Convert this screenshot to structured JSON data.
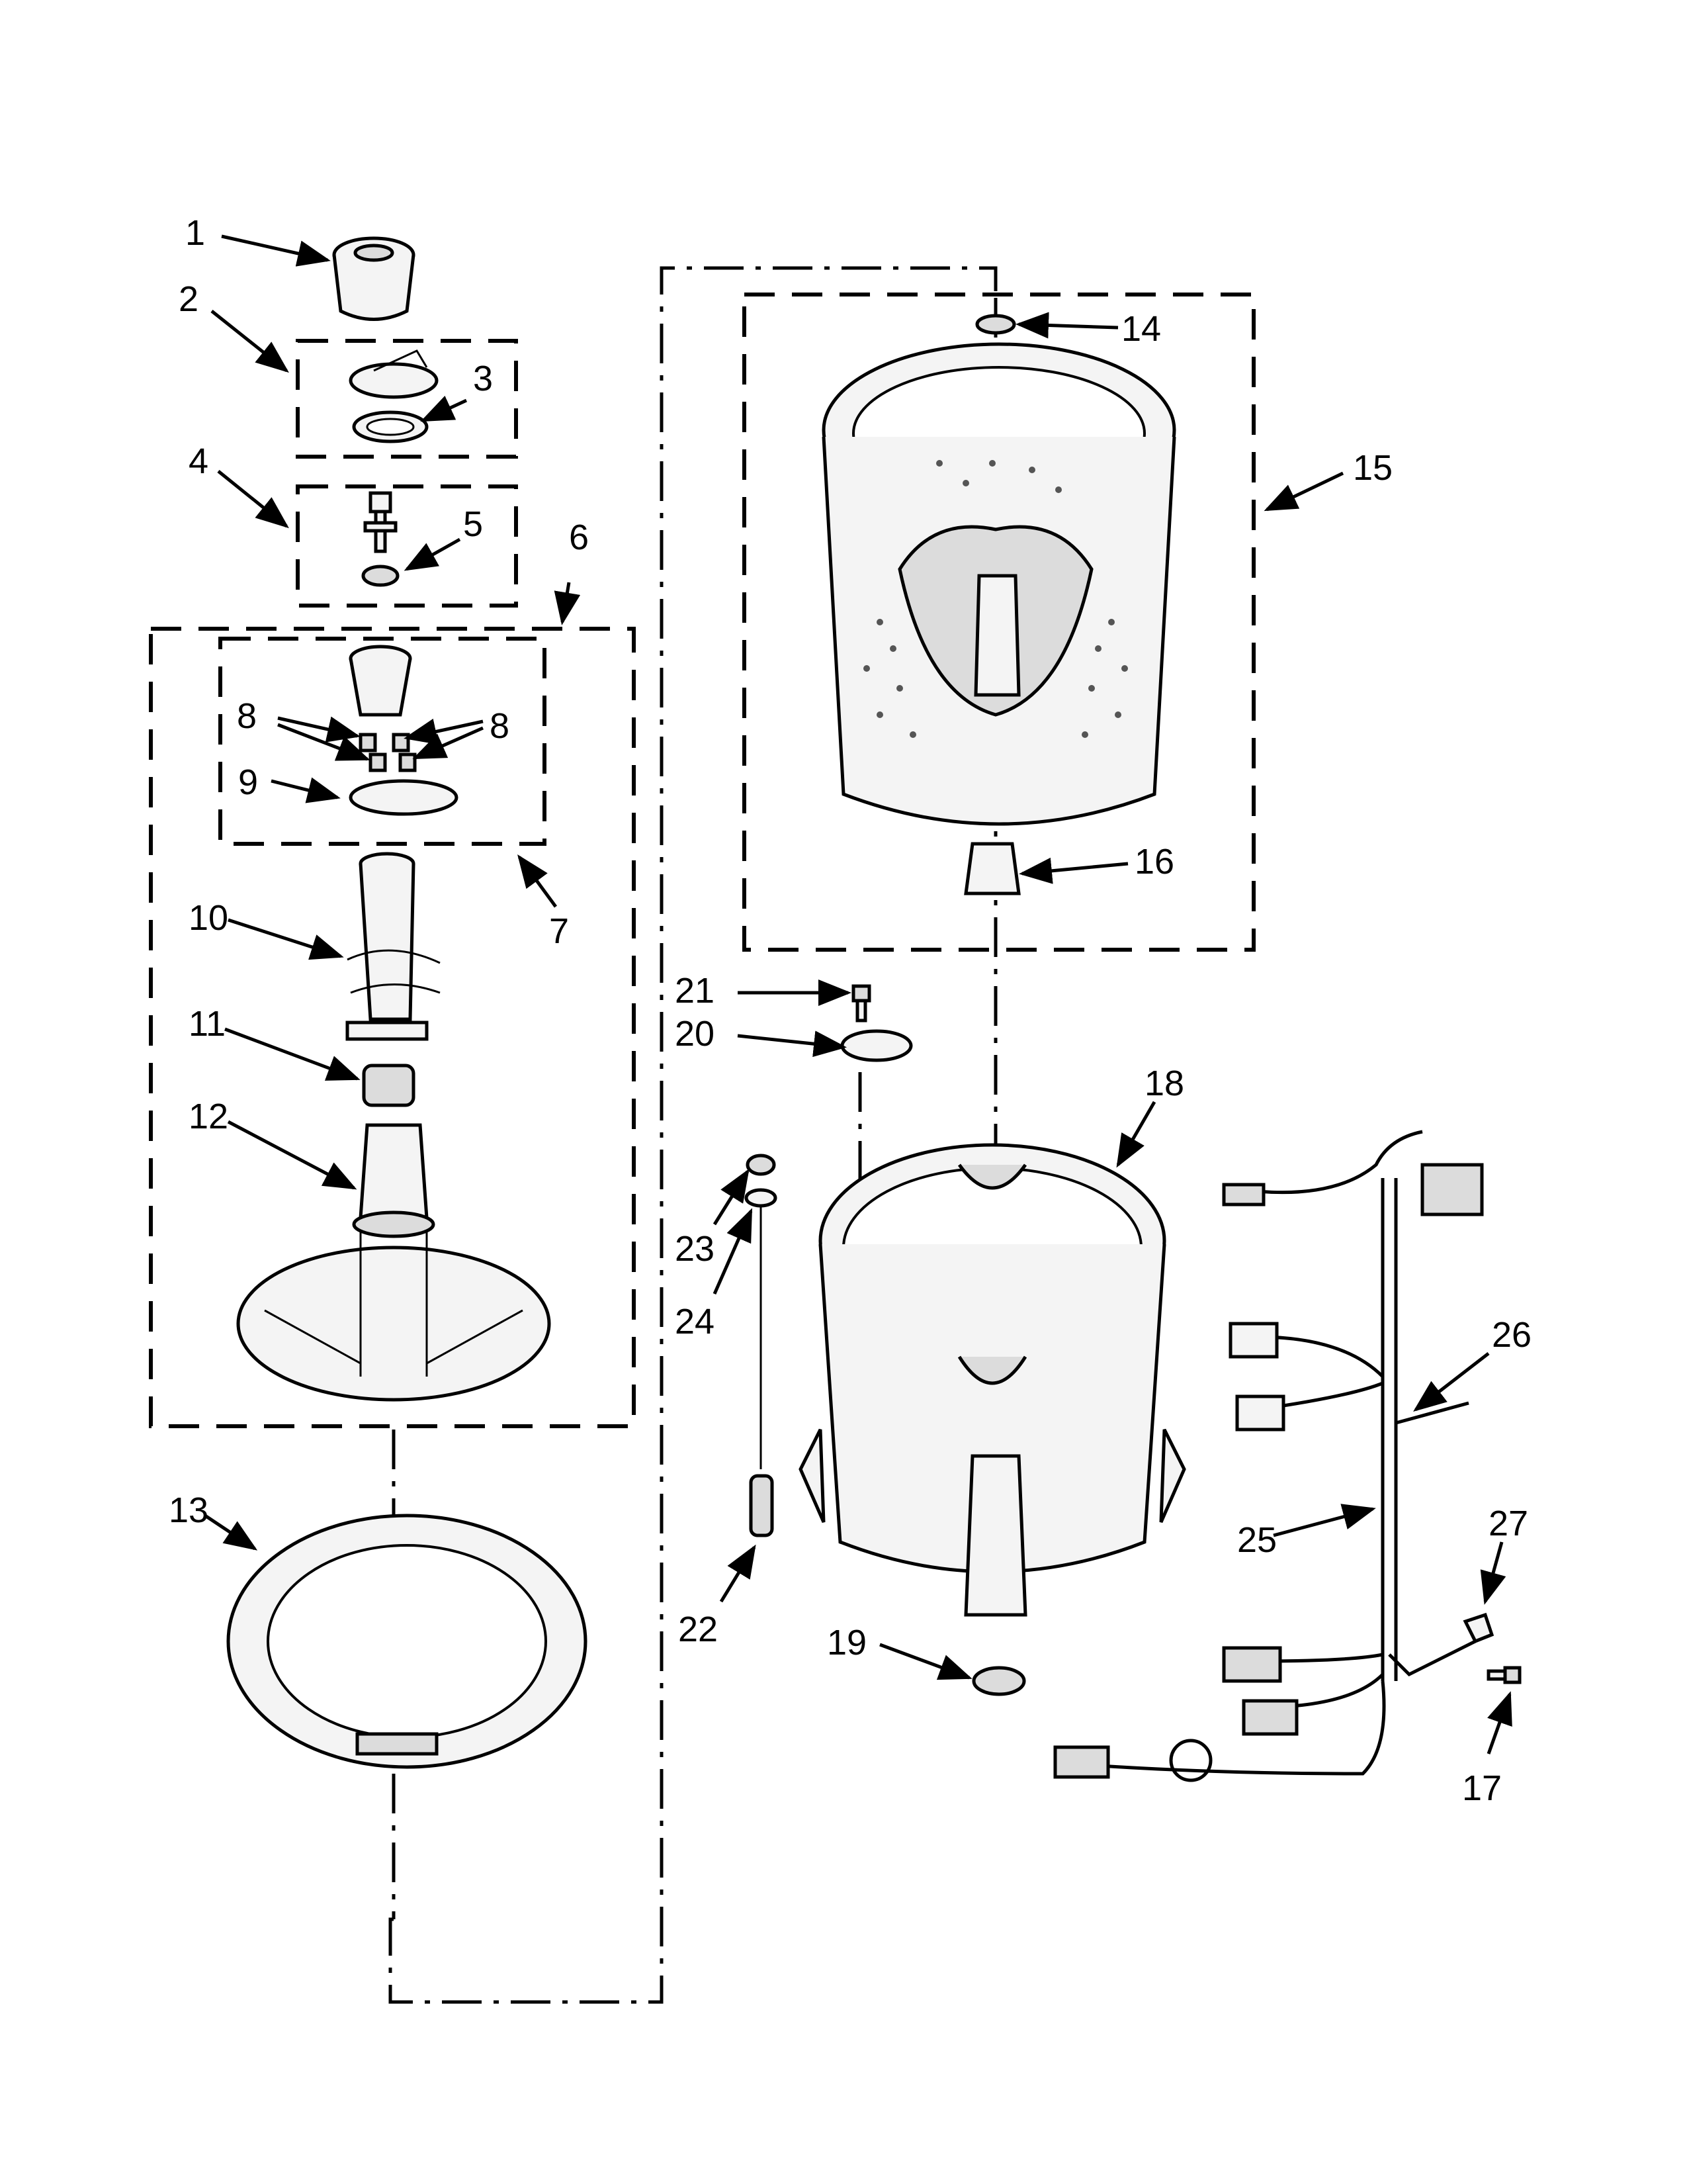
{
  "callouts": [
    {
      "id": "c1",
      "label": "1"
    },
    {
      "id": "c2",
      "label": "2"
    },
    {
      "id": "c3",
      "label": "3"
    },
    {
      "id": "c4",
      "label": "4"
    },
    {
      "id": "c5",
      "label": "5"
    },
    {
      "id": "c6",
      "label": "6"
    },
    {
      "id": "c7",
      "label": "7"
    },
    {
      "id": "c8a",
      "label": "8"
    },
    {
      "id": "c8b",
      "label": "8"
    },
    {
      "id": "c9",
      "label": "9"
    },
    {
      "id": "c10",
      "label": "10"
    },
    {
      "id": "c11",
      "label": "11"
    },
    {
      "id": "c12",
      "label": "12"
    },
    {
      "id": "c13",
      "label": "13"
    },
    {
      "id": "c14",
      "label": "14"
    },
    {
      "id": "c15",
      "label": "15"
    },
    {
      "id": "c16",
      "label": "16"
    },
    {
      "id": "c17",
      "label": "17"
    },
    {
      "id": "c18",
      "label": "18"
    },
    {
      "id": "c19",
      "label": "19"
    },
    {
      "id": "c20",
      "label": "20"
    },
    {
      "id": "c21",
      "label": "21"
    },
    {
      "id": "c22",
      "label": "22"
    },
    {
      "id": "c23",
      "label": "23"
    },
    {
      "id": "c24",
      "label": "24"
    },
    {
      "id": "c25",
      "label": "25"
    },
    {
      "id": "c26",
      "label": "26"
    },
    {
      "id": "c27",
      "label": "27"
    }
  ]
}
